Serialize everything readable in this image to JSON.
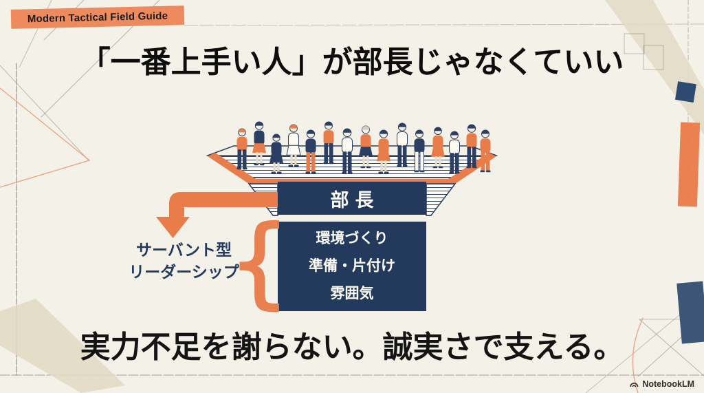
{
  "badge": {
    "label": "Modern Tactical Field Guide"
  },
  "title": "「一番上手い人」が部長じゃなくていい",
  "diagram": {
    "leader_box": "部長",
    "duties": [
      "環境づくり",
      "準備・片付け",
      "雰囲気"
    ],
    "servant_label_line1": "サーバント型",
    "servant_label_line2": "リーダーシップ",
    "brace_glyph": "{"
  },
  "statement": "実力不足を謝らない。誠実さで支える。",
  "footer": {
    "brand": "NotebookLM"
  },
  "theme": {
    "background": "#f4f1e8",
    "navy": "#233a5c",
    "illustration_navy": "#2a3f63",
    "orange": "#e97c4b",
    "tape_beige": "#e2dbc4",
    "navy_tape": "#3d5678",
    "pencil_gray": "#8b8b84",
    "skin": "#f6efe0"
  }
}
